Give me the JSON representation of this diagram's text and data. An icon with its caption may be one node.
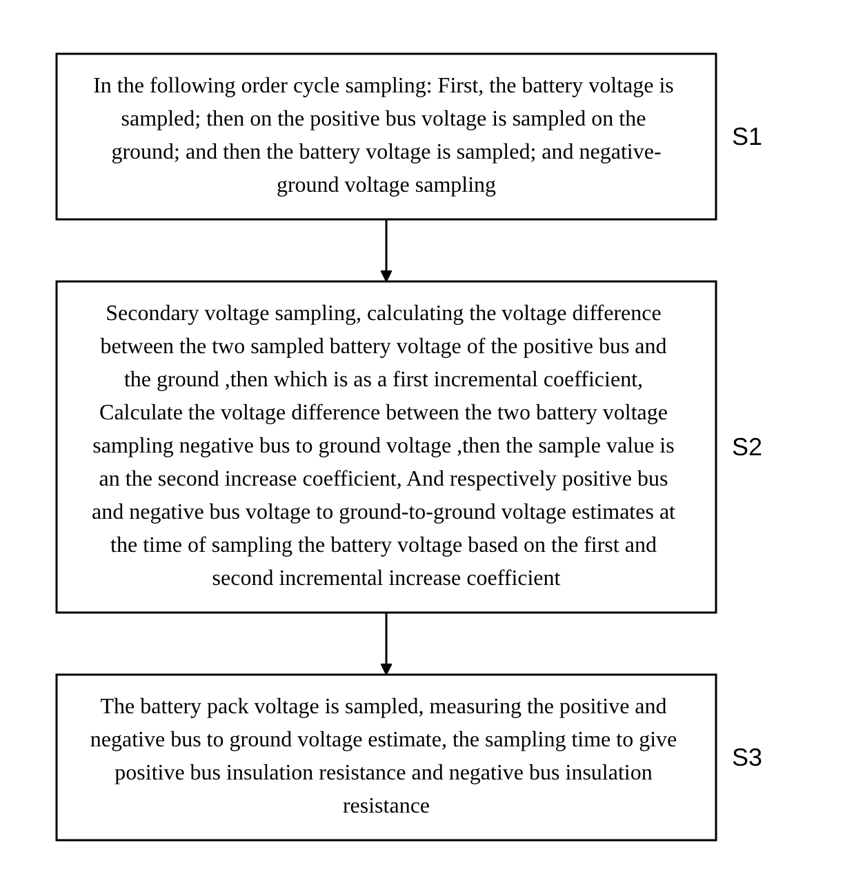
{
  "diagram": {
    "nodes": [
      {
        "text": [
          "In the following order cycle sampling: First, the battery voltage is sampled; then on the positive bus voltage is sampled on the ground; and then the battery voltage is sampled; and negative-ground voltage sampling"
        ],
        "beside": [
          "S1"
        ]
      },
      {
        "text": [
          "Secondary voltage sampling, calculating the voltage difference between the two sampled battery voltage of the positive bus and the ground ,then which is as a first incremental coefficient, Calculate the voltage difference between the two battery voltage sampling negative bus to ground voltage ,then the sample value is an the second increase coefficient, And respectively positive bus and negative bus voltage to ground-to-ground voltage estimates at the time of sampling the battery voltage based on the first and second incremental increase coefficient"
        ],
        "beside": [
          "S2"
        ]
      },
      {
        "text": [
          "The battery pack voltage is sampled, measuring the positive and negative bus to ground voltage estimate, the sampling time to give positive bus insulation resistance and negative bus insulation resistance"
        ],
        "beside": [
          "S3"
        ]
      }
    ],
    "edges": [
      {
        "from": 0,
        "to": 1,
        "arrow": "to"
      },
      {
        "from": 1,
        "to": 2,
        "arrow": "to"
      }
    ]
  }
}
